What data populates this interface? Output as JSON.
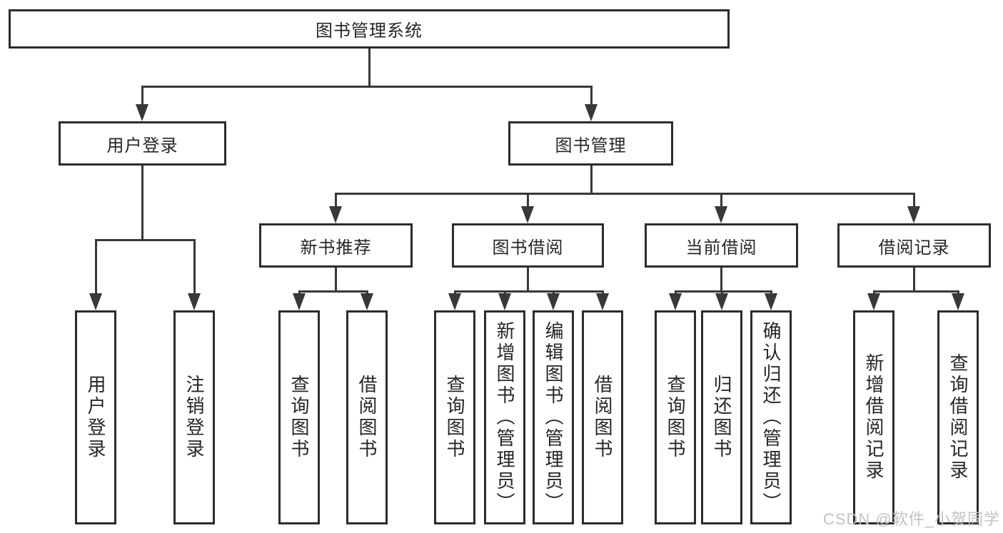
{
  "diagram": {
    "root": "图书管理系统",
    "level2": {
      "user_login": "用户登录",
      "book_management": "图书管理"
    },
    "modules": [
      "新书推荐",
      "图书借阅",
      "当前借阅",
      "借阅记录"
    ],
    "user_login_children": [
      "用户登录",
      "注销登录"
    ],
    "new_book_children": [
      "查询图书",
      "借阅图书"
    ],
    "book_borrow_children": [
      "查询图书",
      "新增图书（管理员）",
      "编辑图书（管理员）",
      "借阅图书"
    ],
    "current_borrow_children": [
      "查询图书",
      "归还图书",
      "确认归还（管理员）"
    ],
    "borrow_record_children": [
      "新增借阅记录",
      "查询借阅记录"
    ]
  },
  "watermark": "CSDN @软件_小贺同学",
  "colors": {
    "line": "#383838",
    "box_border": "#2c2c2c",
    "text": "#262626",
    "watermark": "#c2c2c2",
    "background": "#ffffff"
  }
}
